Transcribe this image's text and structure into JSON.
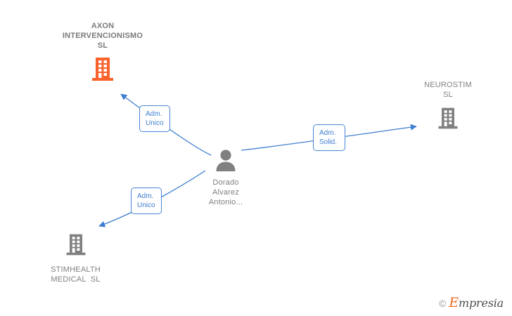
{
  "diagram": {
    "type": "corporate-relationship-graph",
    "background_color": "#ffffff",
    "edge_color": "#3f7fd0",
    "nodes": [
      {
        "id": "axon",
        "kind": "company",
        "icon": "building-icon",
        "label": "AXON\nINTERVENCIONISMO\nSL",
        "color": "#f9622c",
        "highlighted": true,
        "label_position": "above"
      },
      {
        "id": "neurostim",
        "kind": "company",
        "icon": "building-icon",
        "label": "NEUROSTIM\nSL",
        "color": "#808080",
        "highlighted": false,
        "label_position": "above"
      },
      {
        "id": "stimhealth",
        "kind": "company",
        "icon": "building-icon",
        "label": "STIMHEALTH\nMEDICAL  SL",
        "color": "#808080",
        "highlighted": false,
        "label_position": "below"
      },
      {
        "id": "person",
        "kind": "person",
        "icon": "person-icon",
        "label": "Dorado\nAlvarez\nAntonio...",
        "color": "#808080",
        "highlighted": false,
        "label_position": "below"
      }
    ],
    "edges": [
      {
        "id": "edge-axon",
        "from": "person",
        "to": "axon",
        "label": "Adm.\nUnico",
        "direction": "up-left"
      },
      {
        "id": "edge-neurostim",
        "from": "person",
        "to": "neurostim",
        "label": "Adm.\nSolid.",
        "direction": "right"
      },
      {
        "id": "edge-stimhealth",
        "from": "person",
        "to": "stimhealth",
        "label": "Adm.\nUnico",
        "direction": "down-left"
      }
    ]
  },
  "watermark": {
    "copyright": "©",
    "brand_first_letter": "E",
    "brand_rest": "mpresia"
  }
}
